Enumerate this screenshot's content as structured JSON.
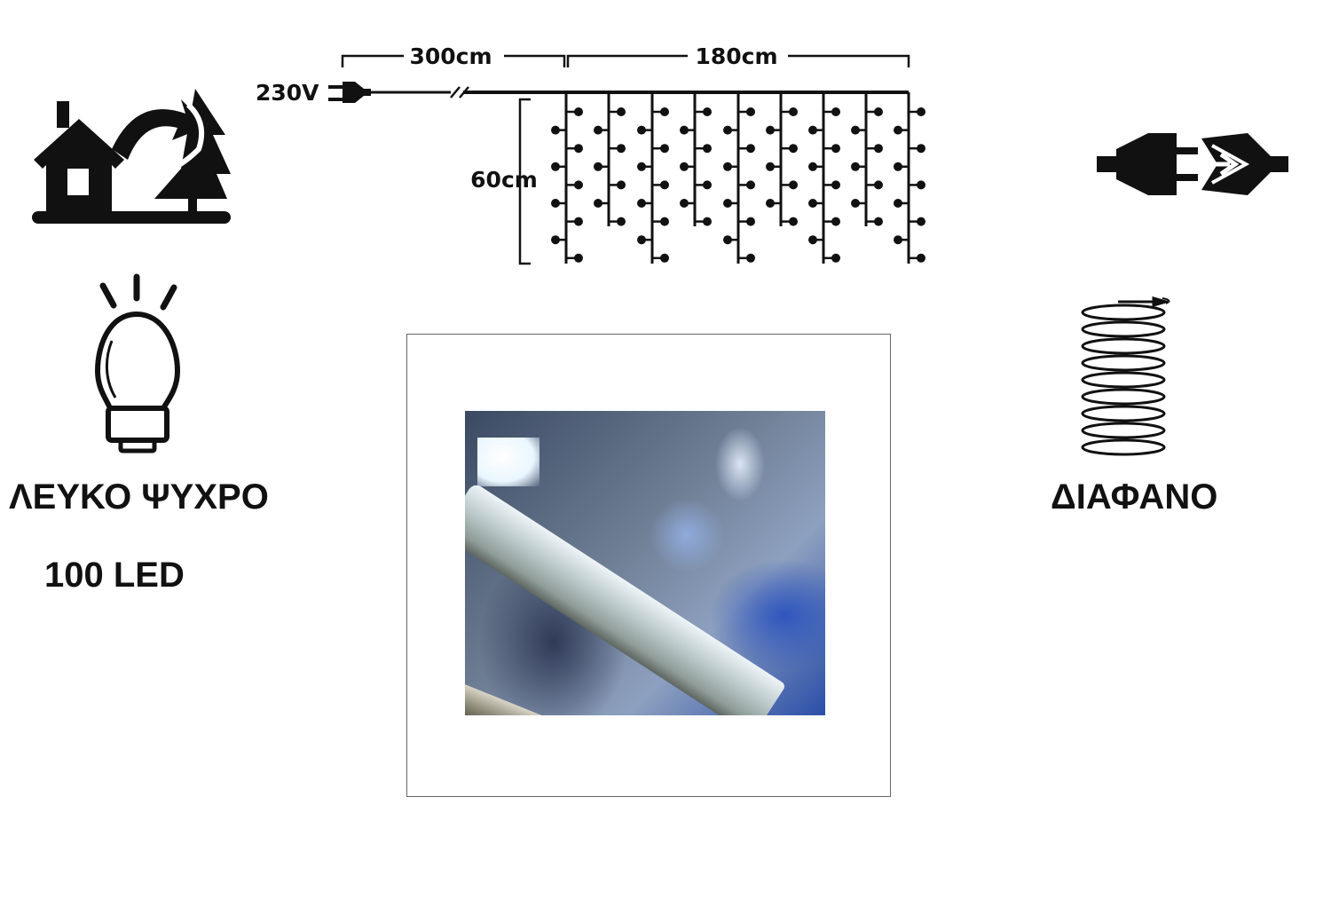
{
  "diagram": {
    "voltage_label": "230V",
    "lead_cable_length": "300cm",
    "curtain_width": "180cm",
    "drop_length": "60cm"
  },
  "left_panel": {
    "color_label": "ΛΕΥΚΟ ΨΥΧΡΟ",
    "led_count_label": "100 LED"
  },
  "right_panel": {
    "cable_label": "ΔΙΑΦΑΝΟ"
  },
  "icons": [
    "indoor-outdoor-icon",
    "bulb-icon",
    "connectable-plug-icon",
    "coiled-cable-icon"
  ]
}
